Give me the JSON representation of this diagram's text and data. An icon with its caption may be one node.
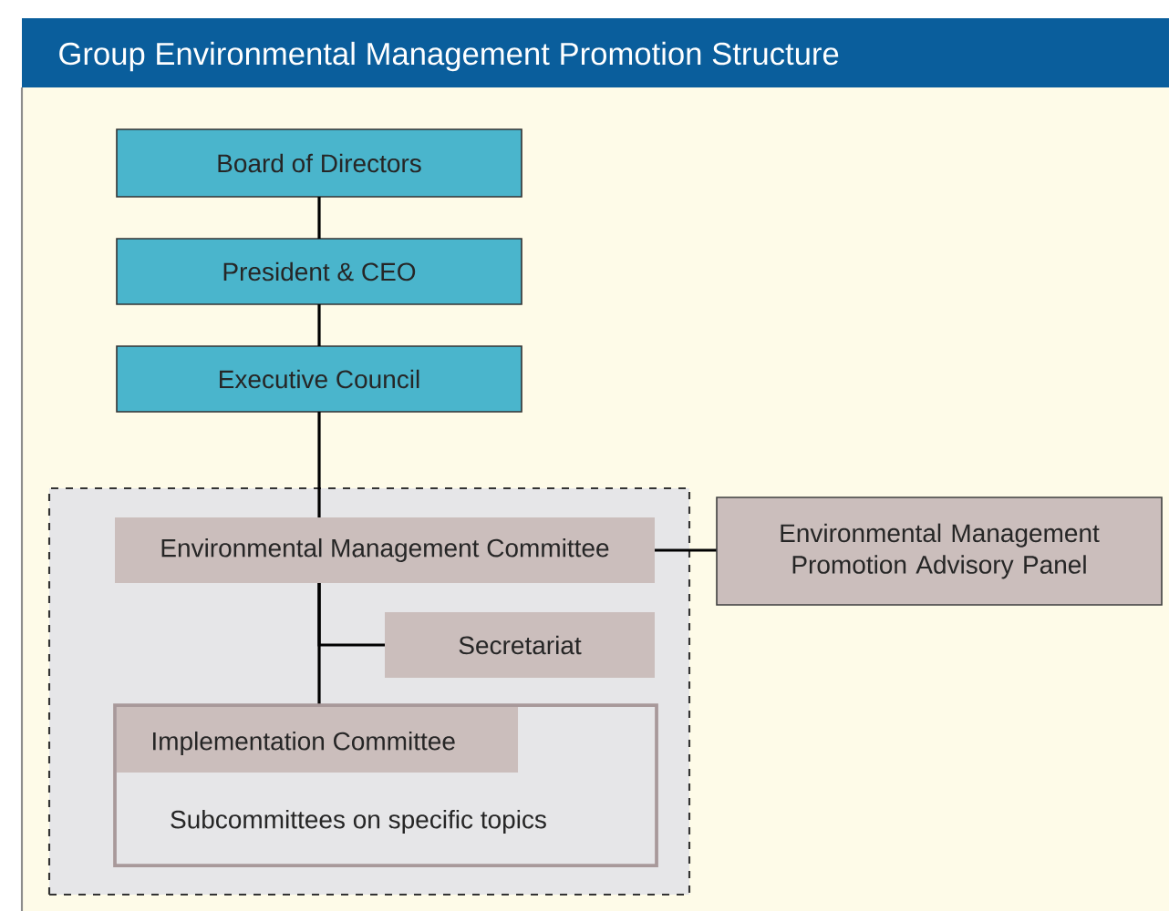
{
  "diagram": {
    "title": "Group Environmental Management Promotion Structure",
    "nodes": [
      {
        "text": [
          "Board of Directors"
        ]
      },
      {
        "text": [
          "President & CEO"
        ]
      },
      {
        "text": [
          "Executive Council"
        ]
      },
      {
        "text": [],
        "shape": "box"
      },
      {
        "text": [
          "Environmental Management Committee"
        ],
        "in": 3
      },
      {
        "text": [
          "Environmental Management Promotion Advisory Panel"
        ]
      },
      {
        "text": [
          "Secretariat"
        ],
        "in": 3
      },
      {
        "text": [
          "Implementation Committee",
          "Subcommittees on specific topics"
        ],
        "in": 3
      }
    ],
    "edges": [
      {
        "from": 0,
        "to": 1,
        "arrow": "none"
      },
      {
        "from": 1,
        "to": 2,
        "arrow": "none"
      },
      {
        "from": 2,
        "to": 4,
        "arrow": "none"
      },
      {
        "from": 4,
        "to": 5,
        "arrow": "none"
      },
      {
        "from": 4,
        "to": 6,
        "arrow": "none"
      },
      {
        "from": 4,
        "to": 7,
        "arrow": "none"
      }
    ]
  }
}
